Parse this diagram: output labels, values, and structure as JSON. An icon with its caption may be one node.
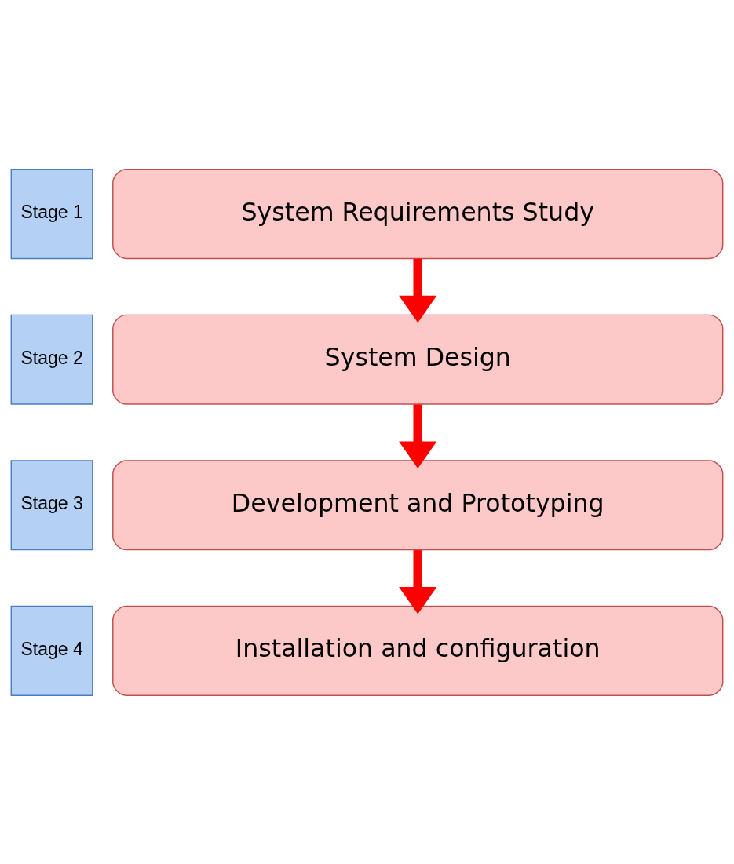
{
  "diagram": {
    "nodes": [
      {
        "text": [
          "Stage 1"
        ]
      },
      {
        "text": [
          "System Requirements Study"
        ]
      },
      {
        "text": [
          "Stage 2"
        ]
      },
      {
        "text": [
          "System Design"
        ]
      },
      {
        "text": [
          "Stage 3"
        ]
      },
      {
        "text": [
          "Development and Prototyping"
        ]
      },
      {
        "text": [
          "Stage 4"
        ]
      },
      {
        "text": [
          "Installation and configuration"
        ]
      }
    ],
    "edges": [
      {
        "from": 1,
        "to": 3,
        "arrow": "to"
      },
      {
        "from": 3,
        "to": 5,
        "arrow": "to"
      },
      {
        "from": 5,
        "to": 7,
        "arrow": "to"
      }
    ]
  }
}
